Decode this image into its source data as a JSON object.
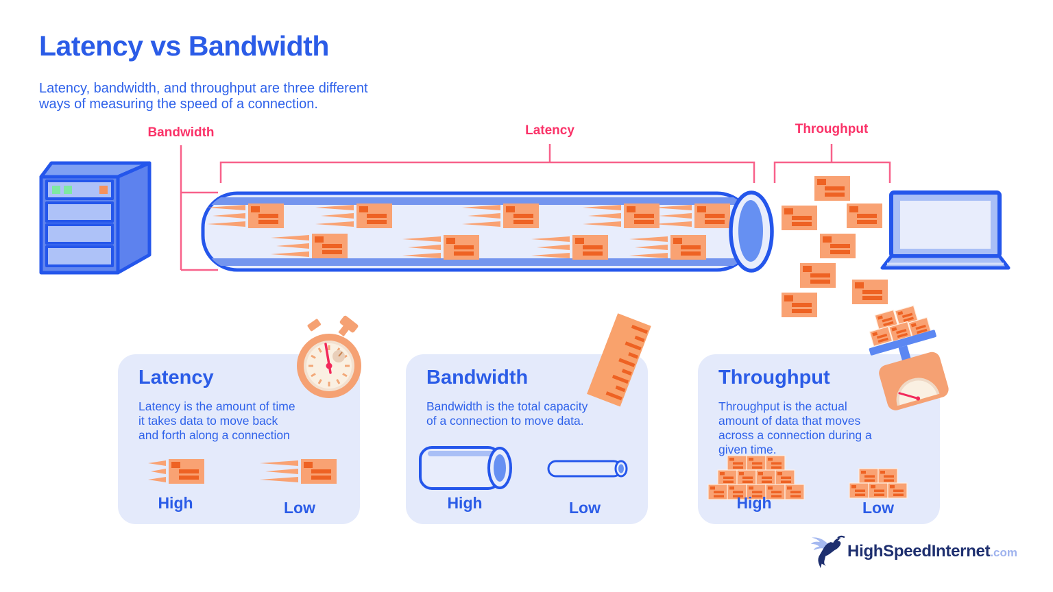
{
  "page": {
    "title": "Latency vs Bandwidth",
    "subtitle_line1": "Latency, bandwidth, and throughput are three different",
    "subtitle_line2": "ways of measuring the speed of a connection."
  },
  "diagram": {
    "bandwidth_label": "Bandwidth",
    "latency_label": "Latency",
    "throughput_label": "Throughput",
    "icons": [
      "server-icon",
      "data-pipe",
      "data-packet-icon",
      "laptop-icon"
    ]
  },
  "cards": [
    {
      "title": "Latency",
      "description": "Latency is the amount of time it takes data to move back and forth along a connection",
      "icon": "stopwatch-icon",
      "high_label": "High",
      "low_label": "Low"
    },
    {
      "title": "Bandwidth",
      "description": "Bandwidth is the total capacity of a connection to move data.",
      "icon": "ruler-icon",
      "high_label": "High",
      "low_label": "Low"
    },
    {
      "title": "Throughput",
      "description": "Throughput is the actual amount of data that moves across a connection during a given time.",
      "icon": "scale-icon",
      "high_label": "High",
      "low_label": "Low"
    }
  ],
  "footer": {
    "brand": "HighSpeedInternet",
    "brand_suffix": ".com",
    "logo": "hummingbird-icon"
  },
  "colors": {
    "accent_blue": "#2B5CE7",
    "text_blue": "#2F62EA",
    "label_pink": "#FA3268",
    "bracket_pink": "#F8618A",
    "card_bg": "#E4EAFB",
    "packet_orange": "#F9A273",
    "packet_dark": "#EE6223",
    "outline_blue": "#2456EB",
    "pipe_fill": "#E8EDFC",
    "pipe_band": "#7495EE",
    "pipe_core": "#6690F2",
    "icon_orange": "#F5A173",
    "icon_cream": "#FAF0E2",
    "needle_pink": "#F2295B",
    "logo_navy": "#1E2F6F",
    "logo_light": "#9FB3EE"
  }
}
